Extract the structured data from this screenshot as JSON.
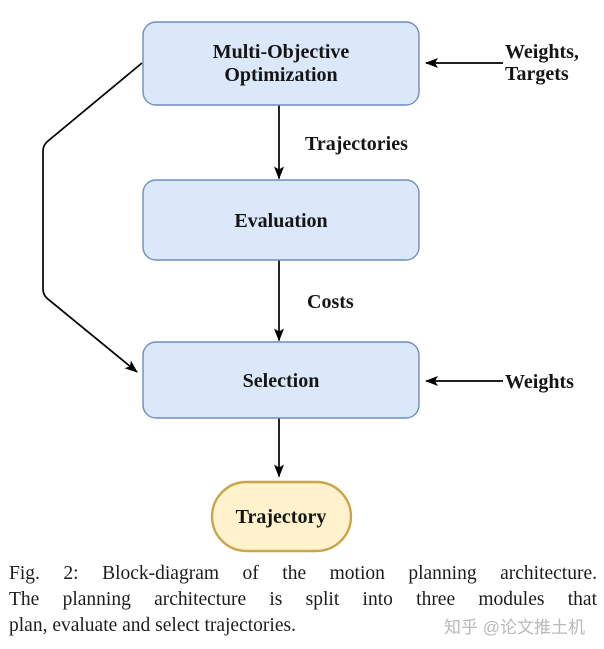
{
  "figure": {
    "nodes": {
      "moo": {
        "line1": "Multi-Objective",
        "line2": "Optimization"
      },
      "evaluation": {
        "label": "Evaluation"
      },
      "selection": {
        "label": "Selection"
      },
      "trajectory": {
        "label": "Trajectory"
      }
    },
    "edge_labels": {
      "trajectories": "Trajectories",
      "costs": "Costs",
      "weights_targets_line1": "Weights,",
      "weights_targets_line2": "Targets",
      "weights": "Weights"
    },
    "colors": {
      "process_fill": "#dbe8fa",
      "process_stroke": "#6c8ebf",
      "terminal_fill": "#fff2cc",
      "terminal_stroke": "#c8a64b",
      "arrow": "#000000",
      "text": "#151515",
      "watermark": "#b9b9b9"
    }
  },
  "caption": {
    "lines": [
      "Fig. 2: Block-diagram of the motion planning architecture.",
      "The planning architecture is split into three modules that",
      "plan, evaluate and select trajectories."
    ]
  },
  "watermark": {
    "text": "知乎 @论文推土机"
  }
}
